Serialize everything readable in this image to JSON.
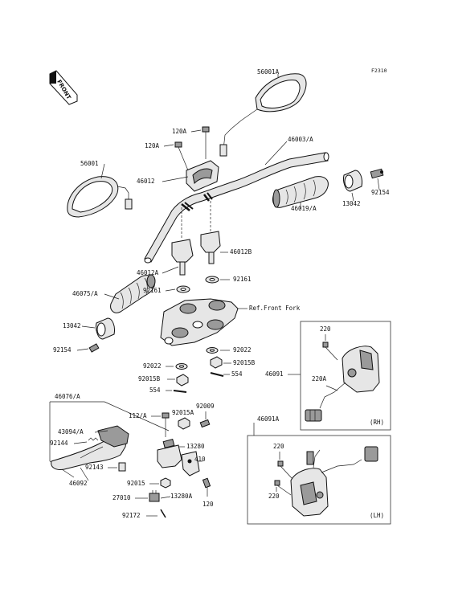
{
  "figure_code": "F2310",
  "front_label": "FRONT",
  "ref_label": "Ref.Front Fork",
  "rh_label": "(RH)",
  "lh_label": "(LH)",
  "labels": {
    "56001A": "56001A",
    "56001": "56001",
    "120A_top": "120A",
    "120A_left": "120A",
    "46012": "46012",
    "46003A": "46003/A",
    "46019A": "46019/A",
    "13042_r": "13042",
    "92154_r": "92154",
    "46012A": "46012A",
    "46012B": "46012B",
    "46075A": "46075/A",
    "92161_l": "92161",
    "92161_r": "92161",
    "13042_l": "13042",
    "92154_l": "92154",
    "92022_l": "92022",
    "92022_r": "92022",
    "92015B_l": "92015B",
    "92015B_r": "92015B",
    "554_l": "554",
    "554_r": "554",
    "46076A": "46076/A",
    "112A": "112/A",
    "92015A": "92015A",
    "92009": "92009",
    "43094A": "43094/A",
    "92144": "92144",
    "13280": "13280",
    "92143": "92143",
    "410": "410",
    "46092": "46092",
    "92015": "92015",
    "27010": "27010",
    "13280A": "13280A",
    "120": "120",
    "92172": "92172",
    "220_rh_top": "220",
    "220A": "220A",
    "46091": "46091",
    "46091A": "46091A",
    "220_lh_top": "220",
    "220_lh_bot": "220"
  }
}
